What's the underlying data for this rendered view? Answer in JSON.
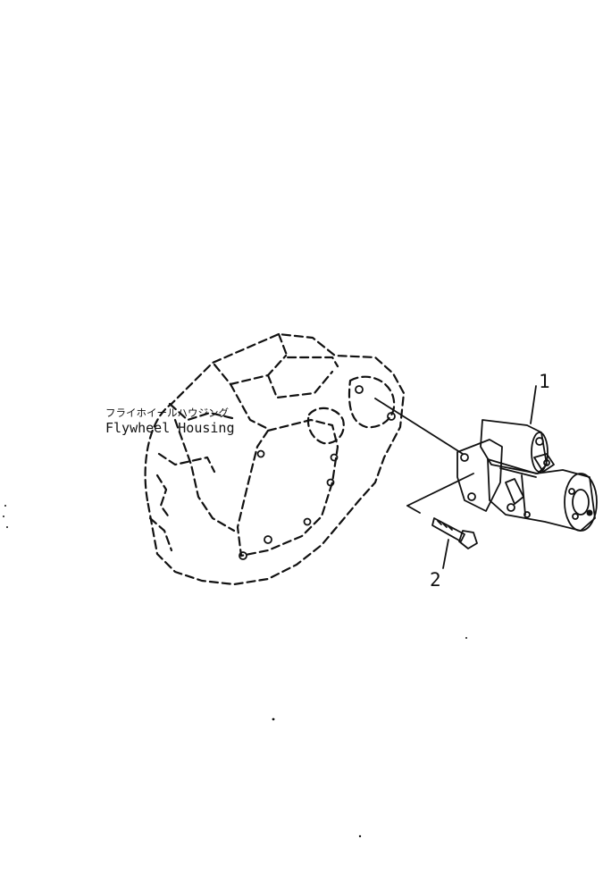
{
  "labels": {
    "part_name_jp": "フライホイールハウジング",
    "part_name_en": "Flywheel Housing"
  },
  "callouts": [
    {
      "number": "1"
    },
    {
      "number": "2"
    }
  ]
}
